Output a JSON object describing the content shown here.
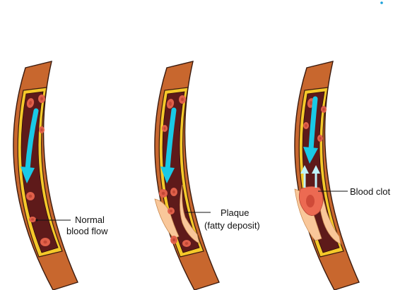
{
  "labels": {
    "normal_line1": "Normal",
    "normal_line2": "blood flow",
    "plaque_line1": "Plaque",
    "plaque_line2": "(fatty deposit)",
    "clot": "Blood clot"
  },
  "colors": {
    "vessel_wall": "#c8672e",
    "vessel_outline": "#3a1a0e",
    "lining": "#f5c92a",
    "lumen": "#5e1a1a",
    "blood_cell": "#e0604a",
    "blood_cell_core": "#c24836",
    "flow_arrow": "#19c9e6",
    "reverse_arrow": "#bff3fb",
    "plaque": "#f9c79a",
    "plaque_inner": "#f5b57c",
    "clot": "#ec6a52",
    "corner_dot": "#1aa0d8"
  },
  "icons": [
    "flow-arrow-icon",
    "reverse-flow-arrow-icon",
    "blood-cell-icon",
    "corner-dot-icon"
  ]
}
